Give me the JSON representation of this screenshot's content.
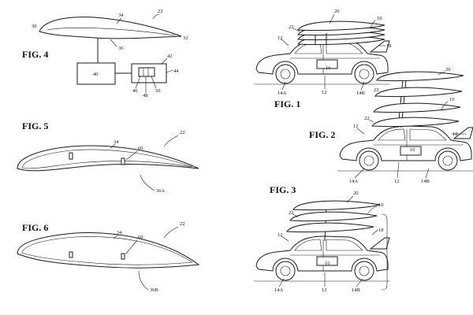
{
  "figures": {
    "fig1": {
      "label": "FIG. 1",
      "refs": {
        "r10": "10",
        "r12a": "12",
        "r12b": "12",
        "r14a": "14A",
        "r14b": "14B",
        "r16": "16",
        "r18": "18",
        "r20": "20",
        "r22": "22"
      }
    },
    "fig2": {
      "label": "FIG. 2",
      "refs": {
        "r10": "10",
        "r12a": "12",
        "r12b": "12",
        "r14a": "14A",
        "r14b": "14B",
        "r16": "16",
        "r18": "18",
        "r20": "20",
        "r22a": "22",
        "r22b": "22"
      }
    },
    "fig3": {
      "label": "FIG. 3",
      "refs": {
        "r10": "10",
        "r12a": "12",
        "r12b": "12",
        "r14a": "14A",
        "r14b": "14B",
        "r16": "16",
        "r18": "18",
        "r20": "20",
        "r22": "22"
      }
    },
    "fig4": {
      "label": "FIG. 4",
      "refs": {
        "r22": "22",
        "r30": "30",
        "r32": "32",
        "r34": "34",
        "r36": "36",
        "r40": "40",
        "r42": "42",
        "r44": "44",
        "r46": "46",
        "r48": "48",
        "r50": "50"
      }
    },
    "fig5": {
      "label": "FIG. 5",
      "refs": {
        "r22": "22",
        "r34": "34",
        "r36a": "36A",
        "r60": "60"
      }
    },
    "fig6": {
      "label": "FIG. 6",
      "refs": {
        "r22": "22",
        "r34": "34",
        "r36b": "36B",
        "r60": "60"
      }
    }
  },
  "icons": {
    "car": "car-side-view-icon",
    "wing": "airfoil-wing-icon",
    "arrow": "lead-arrow-icon"
  }
}
